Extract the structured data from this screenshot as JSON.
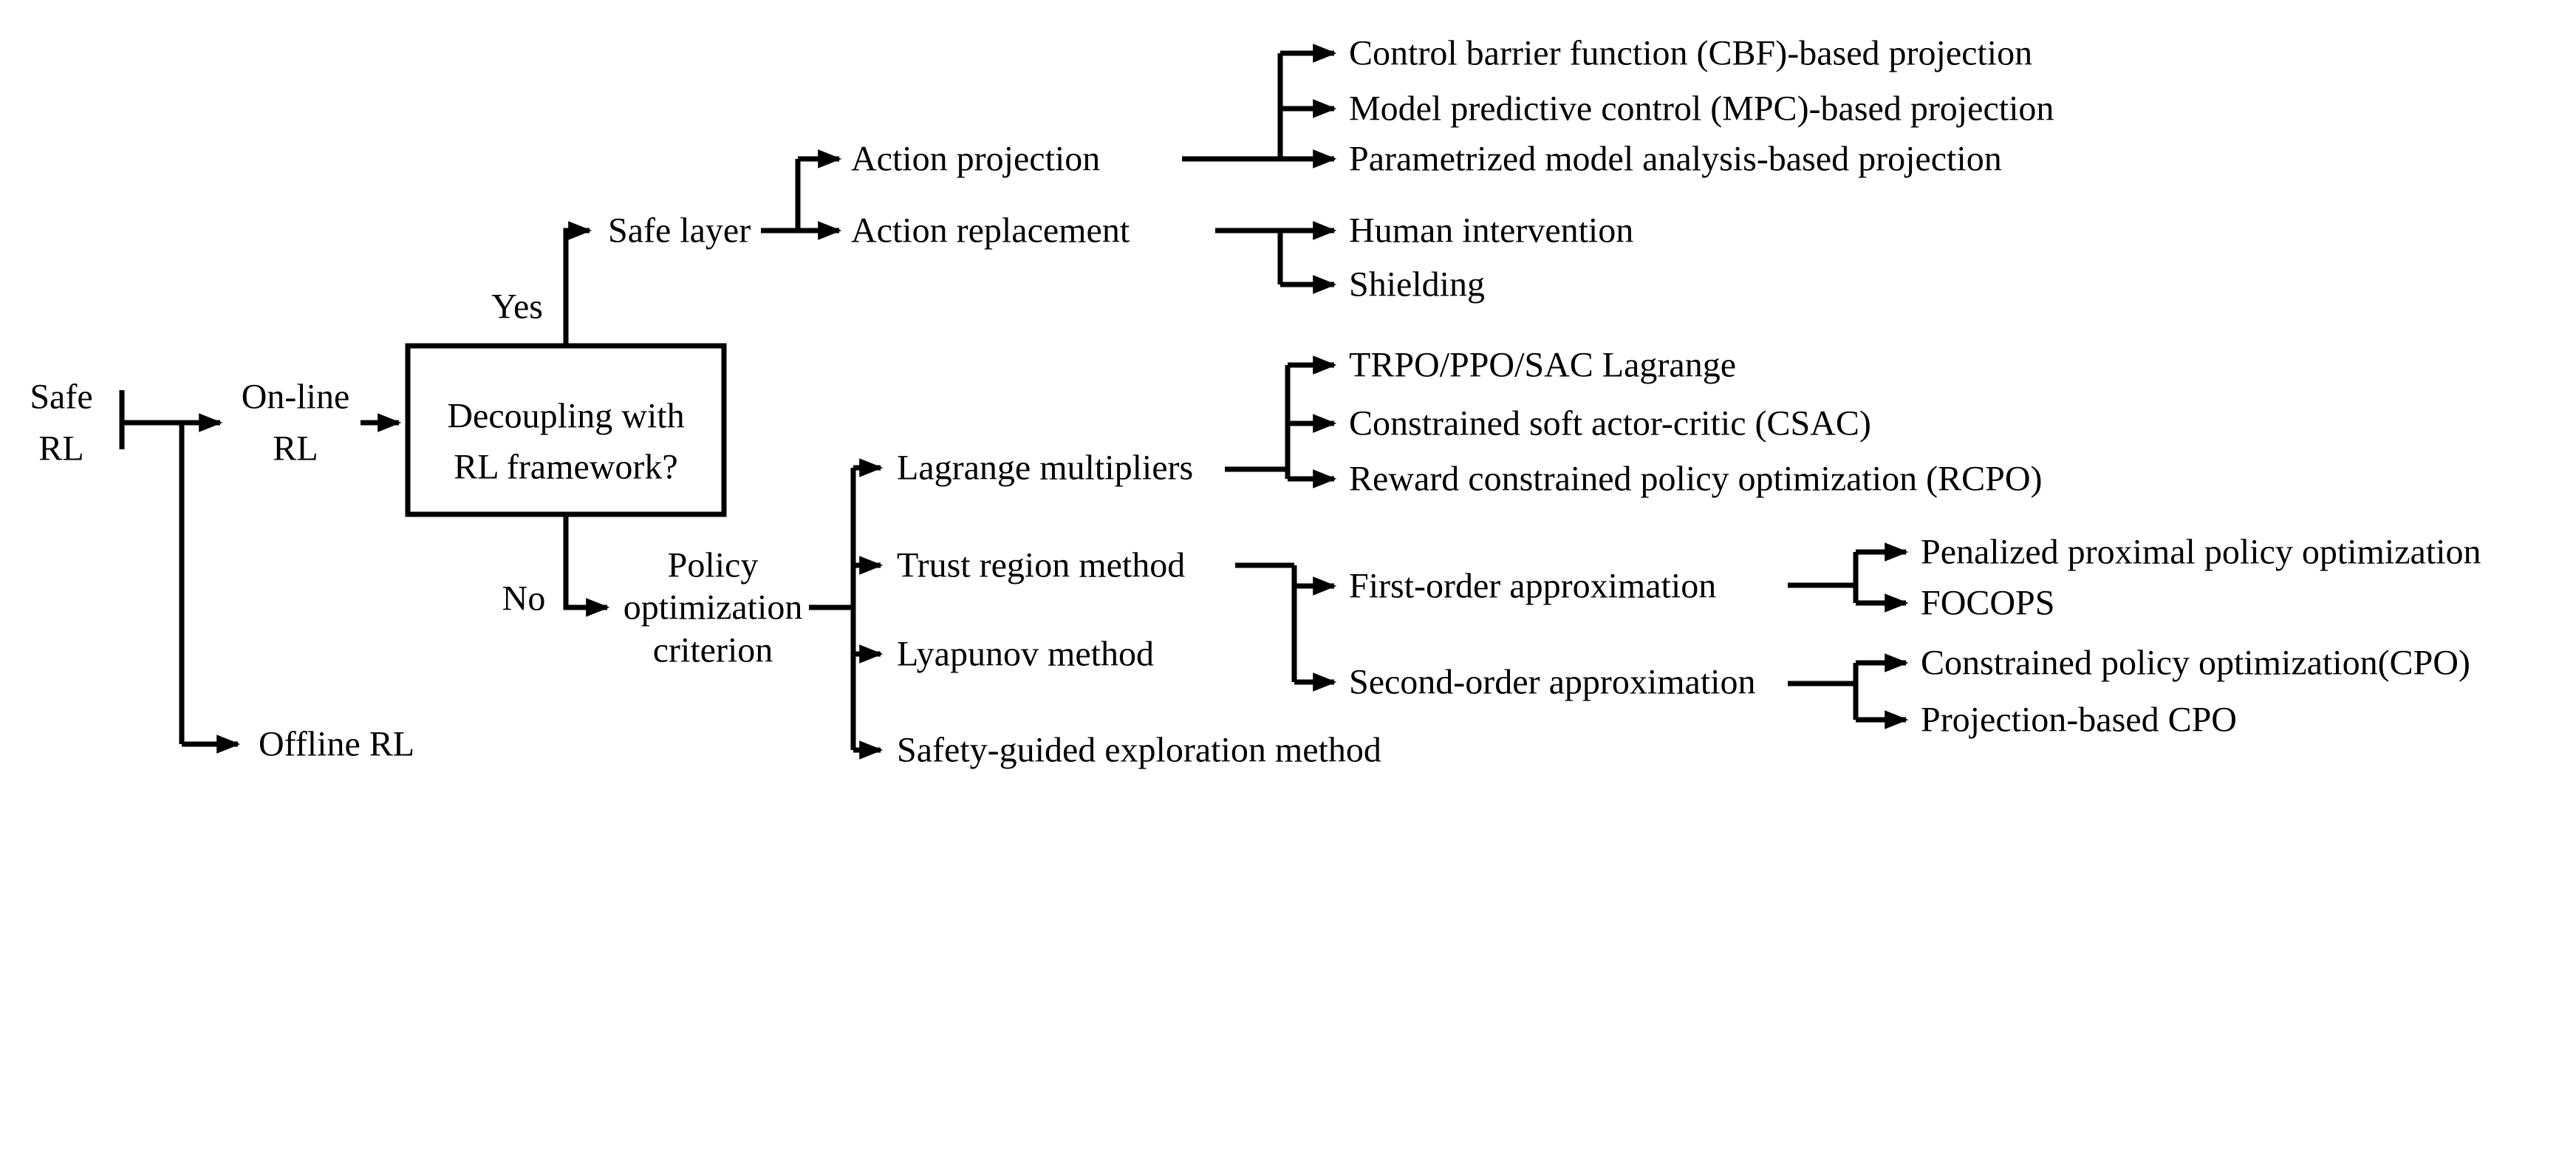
{
  "diagram": {
    "colors": {
      "background": "#ffffff",
      "line": "#000000",
      "text": "#000000"
    },
    "root": {
      "line1": "Safe",
      "line2": "RL"
    },
    "online_rl": {
      "line1": "On-line",
      "line2": "RL"
    },
    "offline_rl": "Offline RL",
    "decision": {
      "line1": "Decoupling with",
      "line2": "RL framework?"
    },
    "yes_label": "Yes",
    "no_label": "No",
    "safe_layer": "Safe layer",
    "action_projection": "Action projection",
    "ap_children": [
      "Control barrier function (CBF)-based projection",
      "Model predictive control (MPC)-based projection",
      "Parametrized model analysis-based projection"
    ],
    "action_replacement": "Action replacement",
    "ar_children": [
      "Human intervention",
      "Shielding"
    ],
    "policy": {
      "line1": "Policy",
      "line2": "optimization",
      "line3": "criterion"
    },
    "criteria": [
      "Lagrange multipliers",
      "Trust region method",
      "Lyapunov method",
      "Safety-guided exploration method"
    ],
    "lagrange_children": [
      "TRPO/PPO/SAC Lagrange",
      "Constrained soft actor-critic (CSAC)",
      "Reward constrained policy optimization (RCPO)"
    ],
    "first_order": "First-order approximation",
    "first_order_children": [
      "Penalized proximal policy optimization",
      "FOCOPS"
    ],
    "second_order": "Second-order approximation",
    "second_order_children": [
      "Constrained policy optimization(CPO)",
      "Projection-based CPO"
    ]
  }
}
